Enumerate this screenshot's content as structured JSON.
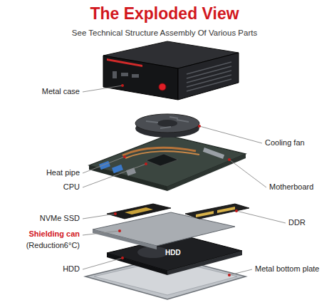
{
  "diagram": {
    "title": "The Exploded View",
    "labels": [
      "See Technical Structure Assembly Of Various Parts",
      "Metal case",
      "Cooling fan",
      "Heat pipe",
      "CPU",
      "Motherboard",
      "NVMe SSD",
      "DDR",
      "Shielding can",
      "(Reduction6°C)",
      "HDD",
      "HDD",
      "Metal bottom plate"
    ]
  }
}
